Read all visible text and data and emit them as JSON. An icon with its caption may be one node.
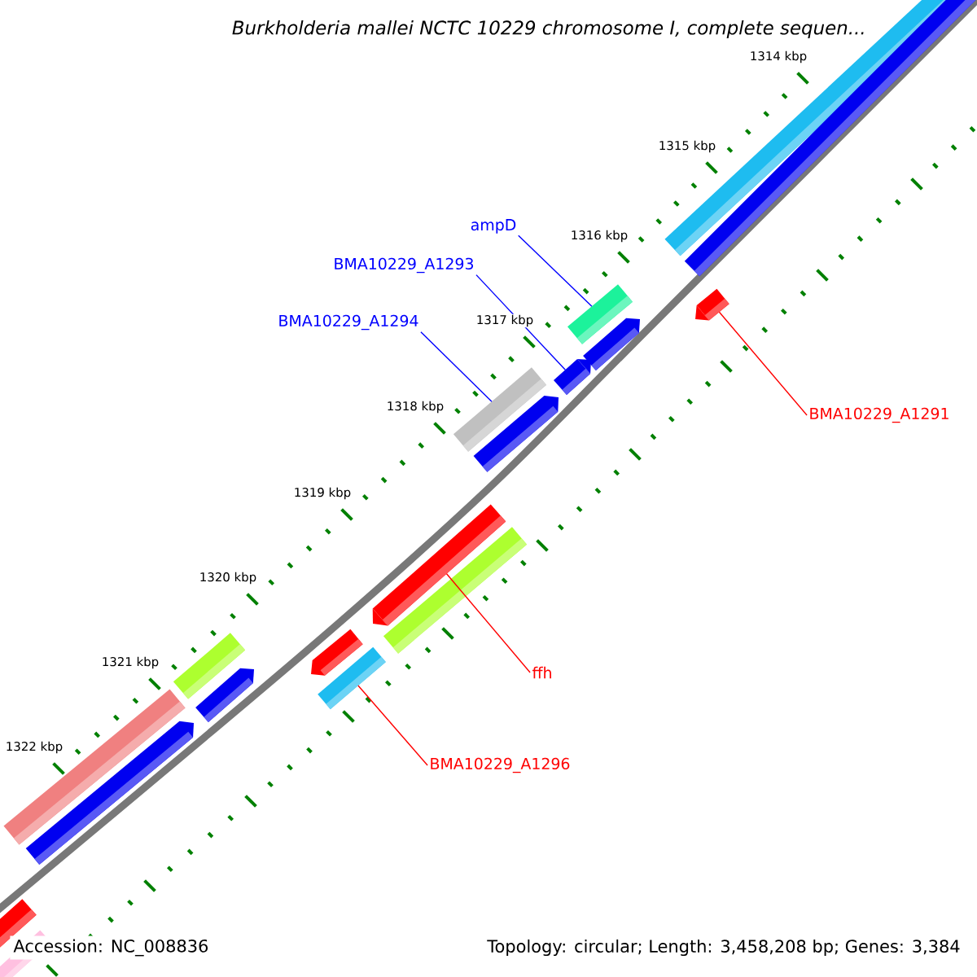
{
  "diagram": {
    "title": "Burkholderia mallei NCTC 10229 chromosome I, complete sequen...",
    "nodes": [
      {
        "text": [
          "ampD"
        ]
      },
      {
        "text": [],
        "shape": "bar"
      },
      {
        "text": [
          "BMA10229_A1293"
        ]
      },
      {
        "text": [],
        "shape": "bar"
      },
      {
        "text": [
          "BMA10229_A1294"
        ]
      },
      {
        "text": [],
        "shape": "bar"
      },
      {
        "text": [
          "BMA10229_A1291"
        ]
      },
      {
        "text": [],
        "shape": "bar"
      },
      {
        "text": [
          "ffh"
        ]
      },
      {
        "text": [],
        "shape": "bar"
      },
      {
        "text": [
          "BMA10229_A1296"
        ]
      },
      {
        "text": [],
        "shape": "bar"
      }
    ],
    "edges": [
      {
        "from": 0,
        "to": 1,
        "arrow": "none",
        "color": "#0000ff"
      },
      {
        "from": 2,
        "to": 3,
        "arrow": "none",
        "color": "#0000ff"
      },
      {
        "from": 4,
        "to": 5,
        "arrow": "none",
        "color": "#0000ff"
      },
      {
        "from": 6,
        "to": 7,
        "arrow": "none",
        "color": "#ff0000"
      },
      {
        "from": 8,
        "to": 9,
        "arrow": "none",
        "color": "#ff0000"
      },
      {
        "from": 10,
        "to": 11,
        "arrow": "none",
        "color": "#ff0000"
      }
    ],
    "labels": [
      "1314 kbp",
      "1315 kbp",
      "1316 kbp",
      "1317 kbp",
      "1318 kbp",
      "1319 kbp",
      "1320 kbp",
      "1321 kbp",
      "1322 kbp",
      "Accession: NC_008836",
      "Topology: circular; Length: 3,458,208 bp; Genes: 3,384"
    ]
  }
}
